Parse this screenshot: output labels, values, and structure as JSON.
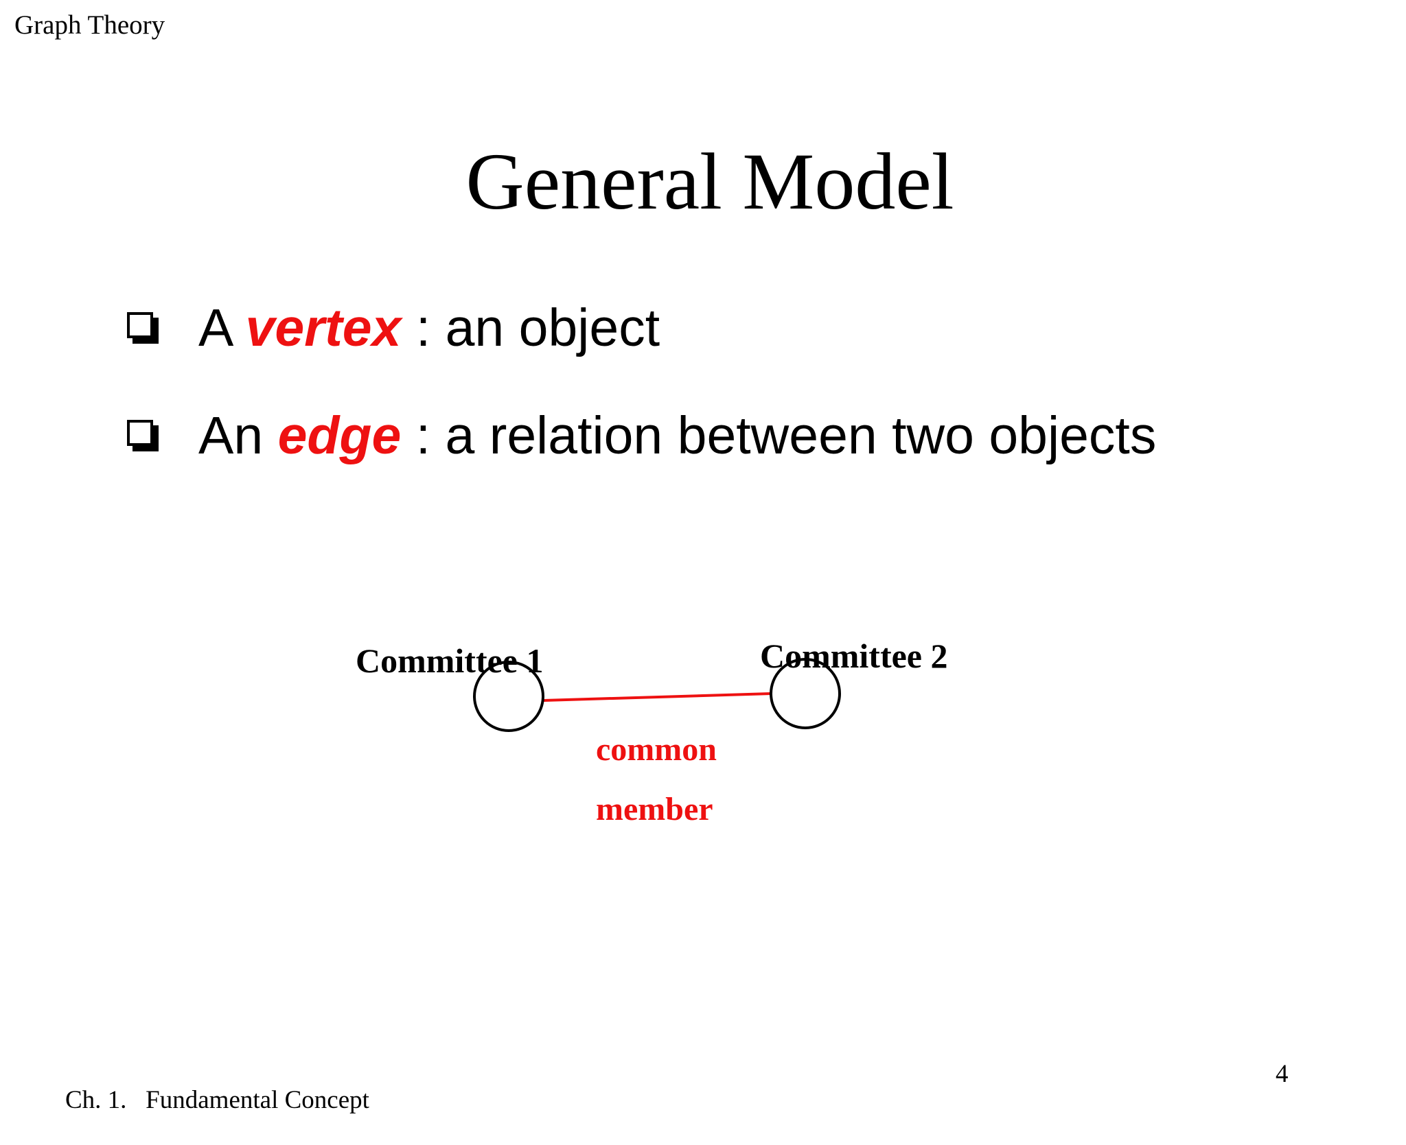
{
  "header": {
    "text": "Graph Theory"
  },
  "slide": {
    "title": "General Model",
    "bullets": [
      {
        "prefix": "A ",
        "keyword": "vertex",
        "suffix": " : an object"
      },
      {
        "prefix": "An ",
        "keyword": "edge",
        "suffix": " : a relation between two objects"
      }
    ]
  },
  "diagram": {
    "nodes": [
      {
        "label": "Committee 1"
      },
      {
        "label": "Committee 2"
      }
    ],
    "edge": {
      "label_line1": "common",
      "label_line2": "member"
    },
    "colors": {
      "node_stroke": "#000000",
      "edge": "#ee1111",
      "edge_label": "#ee1111"
    }
  },
  "footer": {
    "chapter": "Ch. 1.   Fundamental Concept",
    "page_number": "4"
  }
}
